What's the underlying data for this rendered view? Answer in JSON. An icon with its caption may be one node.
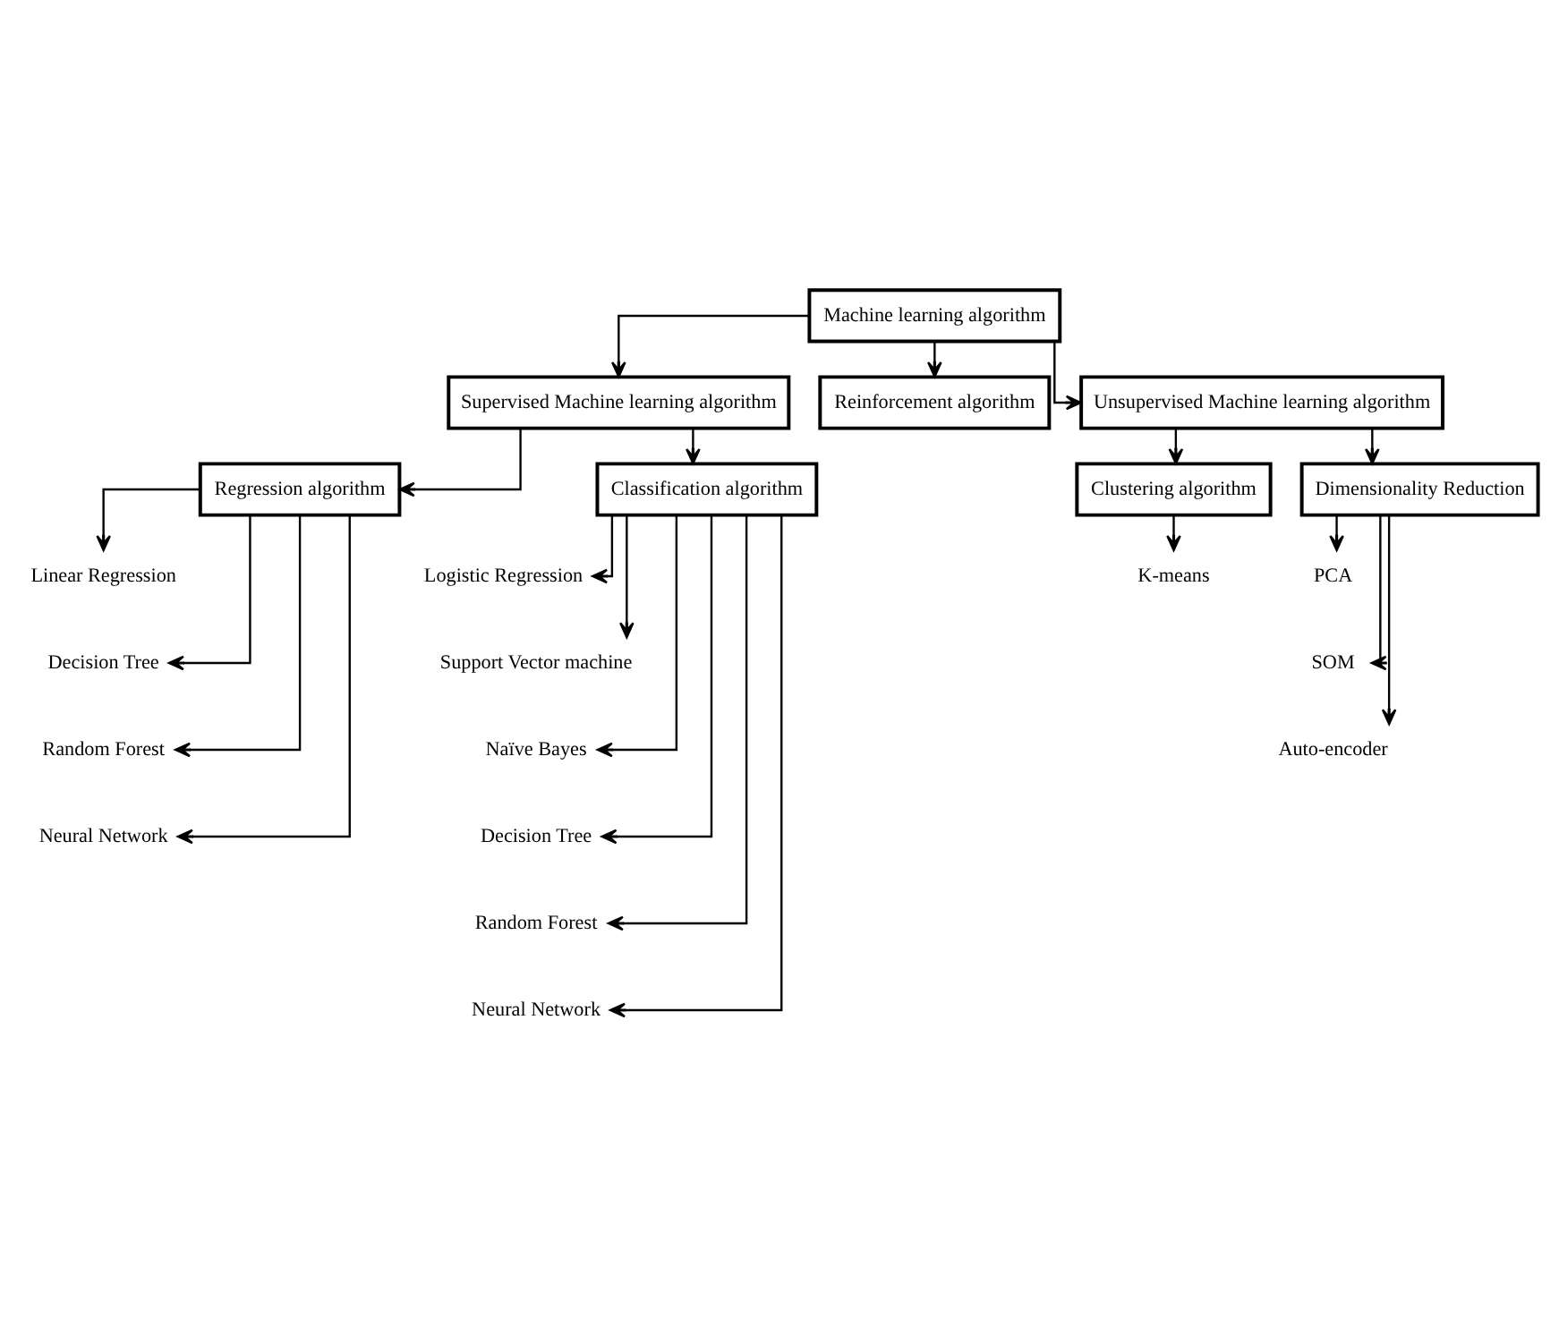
{
  "diagram": {
    "nodes": [
      {
        "text": [
          "Machine learning algorithm"
        ]
      },
      {
        "text": [
          "Supervised Machine learning algorithm"
        ]
      },
      {
        "text": [
          "Reinforcement algorithm"
        ]
      },
      {
        "text": [
          "Unsupervised Machine learning algorithm"
        ]
      },
      {
        "text": [
          "Regression algorithm"
        ]
      },
      {
        "text": [
          "Classification algorithm"
        ]
      },
      {
        "text": [
          "Clustering algorithm"
        ]
      },
      {
        "text": [
          "Dimensionality Reduction"
        ]
      },
      {
        "text": [
          "Linear Regression"
        ]
      },
      {
        "text": [
          "Decision Tree"
        ]
      },
      {
        "text": [
          "Random Forest"
        ]
      },
      {
        "text": [
          "Neural Network"
        ]
      },
      {
        "text": [
          "Logistic Regression"
        ]
      },
      {
        "text": [
          "Support Vector machine"
        ]
      },
      {
        "text": [
          "Naïve Bayes"
        ]
      },
      {
        "text": [
          "Decision Tree"
        ]
      },
      {
        "text": [
          "Random Forest"
        ]
      },
      {
        "text": [
          "Neural Network"
        ]
      },
      {
        "text": [
          "K-means"
        ]
      },
      {
        "text": [
          "PCA"
        ]
      },
      {
        "text": [
          "SOM"
        ]
      },
      {
        "text": [
          "Auto-encoder"
        ]
      }
    ],
    "edges": [
      {
        "from": 0,
        "to": 1,
        "arrow": "to"
      },
      {
        "from": 0,
        "to": 2,
        "arrow": "to"
      },
      {
        "from": 0,
        "to": 3,
        "arrow": "to"
      },
      {
        "from": 1,
        "to": 4,
        "arrow": "to"
      },
      {
        "from": 1,
        "to": 5,
        "arrow": "to"
      },
      {
        "from": 3,
        "to": 6,
        "arrow": "to"
      },
      {
        "from": 3,
        "to": 7,
        "arrow": "to"
      },
      {
        "from": 4,
        "to": 8,
        "arrow": "to"
      },
      {
        "from": 4,
        "to": 9,
        "arrow": "to"
      },
      {
        "from": 4,
        "to": 10,
        "arrow": "to"
      },
      {
        "from": 4,
        "to": 11,
        "arrow": "to"
      },
      {
        "from": 5,
        "to": 12,
        "arrow": "to"
      },
      {
        "from": 5,
        "to": 13,
        "arrow": "to"
      },
      {
        "from": 5,
        "to": 14,
        "arrow": "to"
      },
      {
        "from": 5,
        "to": 15,
        "arrow": "to"
      },
      {
        "from": 5,
        "to": 16,
        "arrow": "to"
      },
      {
        "from": 5,
        "to": 17,
        "arrow": "to"
      },
      {
        "from": 6,
        "to": 18,
        "arrow": "to"
      },
      {
        "from": 7,
        "to": 19,
        "arrow": "to"
      },
      {
        "from": 7,
        "to": 20,
        "arrow": "to"
      },
      {
        "from": 7,
        "to": 21,
        "arrow": "to"
      }
    ]
  }
}
